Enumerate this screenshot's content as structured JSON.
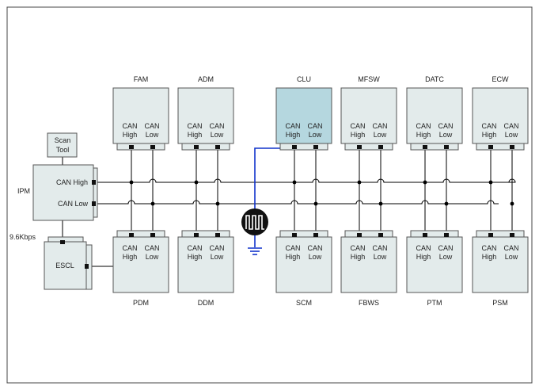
{
  "modules_top": [
    {
      "name": "FAM",
      "high": "High",
      "low": "Low",
      "can": "CAN"
    },
    {
      "name": "ADM",
      "high": "High",
      "low": "Low",
      "can": "CAN"
    },
    {
      "name": "CLU",
      "high": "High",
      "low": "Low",
      "can": "CAN",
      "highlighted": true
    },
    {
      "name": "MFSW",
      "high": "High",
      "low": "Low",
      "can": "CAN"
    },
    {
      "name": "DATC",
      "high": "High",
      "low": "Low",
      "can": "CAN"
    },
    {
      "name": "ECW",
      "high": "High",
      "low": "Low",
      "can": "CAN"
    }
  ],
  "modules_bottom": [
    {
      "name": "PDM",
      "high": "High",
      "low": "Low",
      "can": "CAN"
    },
    {
      "name": "DDM",
      "high": "High",
      "low": "Low",
      "can": "CAN"
    },
    {
      "name": "SCM",
      "high": "High",
      "low": "Low",
      "can": "CAN"
    },
    {
      "name": "FBWS",
      "high": "High",
      "low": "Low",
      "can": "CAN"
    },
    {
      "name": "PTM",
      "high": "High",
      "low": "Low",
      "can": "CAN"
    },
    {
      "name": "PSM",
      "high": "High",
      "low": "Low",
      "can": "CAN"
    }
  ],
  "ipm": {
    "name": "IPM",
    "can_high": "CAN High",
    "can_low": "CAN Low"
  },
  "scan_tool": {
    "line1": "Scan",
    "line2": "Tool"
  },
  "escl": {
    "name": "ESCL"
  },
  "baud": "9.6Kbps",
  "colors": {
    "module_fill": "#e3ebeb",
    "module_stroke": "#555555",
    "highlight_fill": "#b5d7df",
    "highlight_text": "#2a9d2a",
    "probe_wire": "#1133cc",
    "bus": "#000000"
  }
}
